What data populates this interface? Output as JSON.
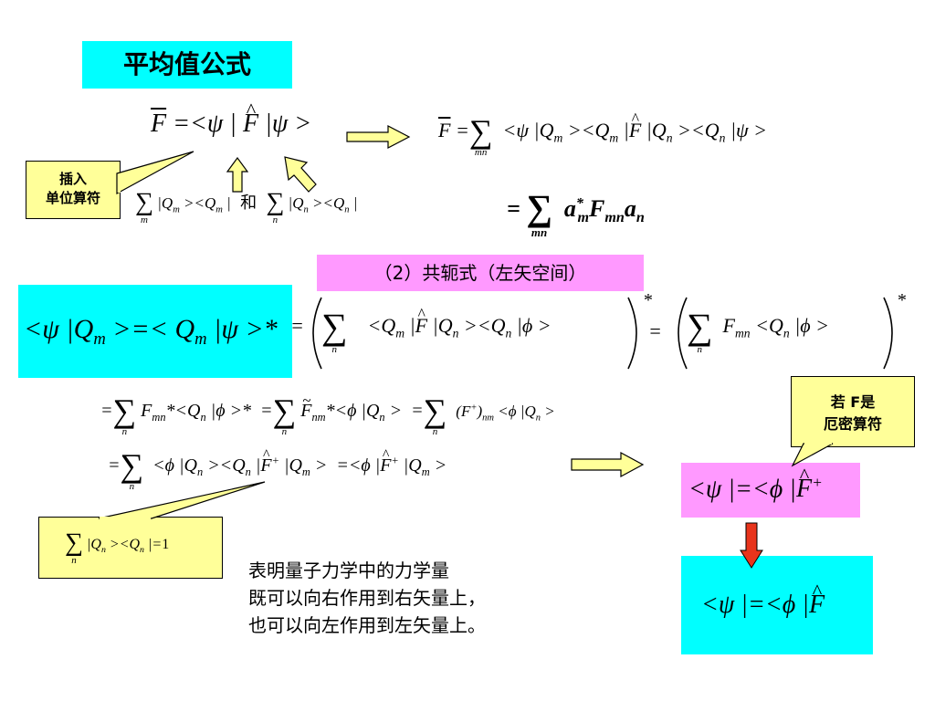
{
  "title": "平均值公式",
  "section2_label": "（2）共轭式（左矢空间）",
  "callout_insert": [
    "插入",
    "单位算符"
  ],
  "callout_hermitian": [
    "若 F是",
    "厄密算符"
  ],
  "conclusion": [
    "表明量子力学中的力学量",
    "既可以向右作用到右矢量上，",
    "也可以向左作用到左矢量上。"
  ],
  "word_and": "和",
  "colors": {
    "cyan": "#00ffff",
    "pink": "#ff99ff",
    "callout": "#ffff99",
    "arrow_fill": "#ffff99",
    "down_arrow": "#e8341c"
  }
}
